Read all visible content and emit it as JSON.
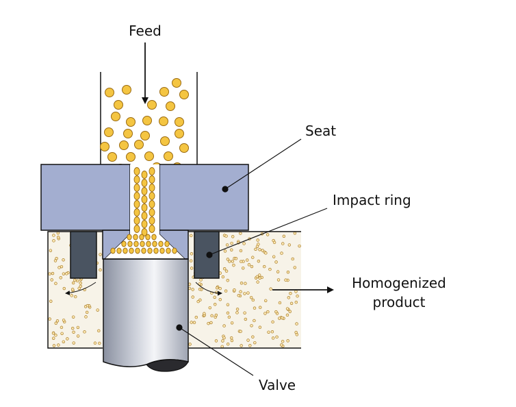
{
  "labels": {
    "feed": "Feed",
    "seat": "Seat",
    "impact_ring": "Impact ring",
    "product_line1": "Homogenized",
    "product_line2": "product",
    "valve": "Valve"
  },
  "colors": {
    "seat": "#a3aed0",
    "impact_ring": "#4a5461",
    "particle_fill": "#f4c542",
    "particle_stroke": "#9a6a10",
    "fine_particle": "#e0c080",
    "emulsion_bg": "#f7f3e8",
    "valve_dark": "#8a90a0",
    "valve_light": "#f4f5f8",
    "line": "#111111"
  }
}
